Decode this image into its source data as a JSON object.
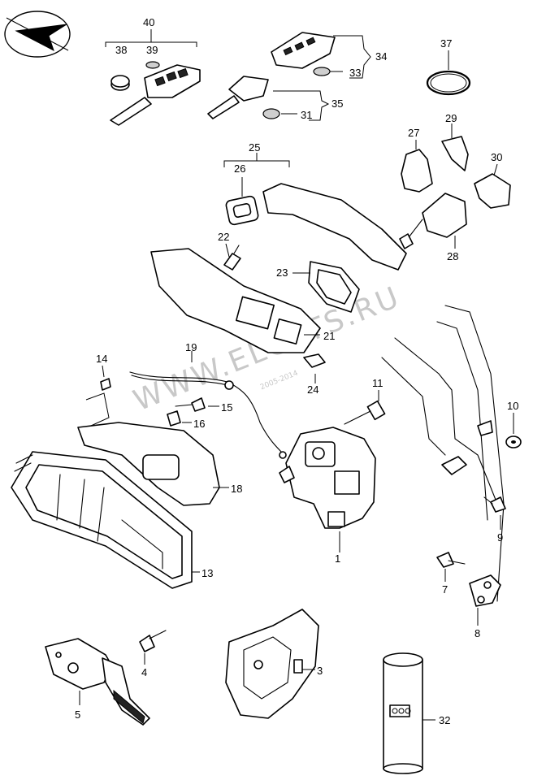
{
  "watermark": {
    "text": "WWW.ELCATS.RU",
    "code": "2005-2014"
  },
  "labels": {
    "p1": "1",
    "p3": "3",
    "p4": "4",
    "p5": "5",
    "p7": "7",
    "p8": "8",
    "p9": "9",
    "p10": "10",
    "p11": "11",
    "p13": "13",
    "p14": "14",
    "p15": "15",
    "p16": "16",
    "p18": "18",
    "p19": "19",
    "p21": "21",
    "p22": "22",
    "p23": "23",
    "p24": "24",
    "p25": "25",
    "p26": "26",
    "p27": "27",
    "p28": "28",
    "p29": "29",
    "p30": "30",
    "p31": "31",
    "p32": "32",
    "p33": "33",
    "p34": "34",
    "p35": "35",
    "p37": "37",
    "p38": "38",
    "p39": "39",
    "p40": "40"
  },
  "icons": {
    "logo": "direction-arrow-icon"
  }
}
